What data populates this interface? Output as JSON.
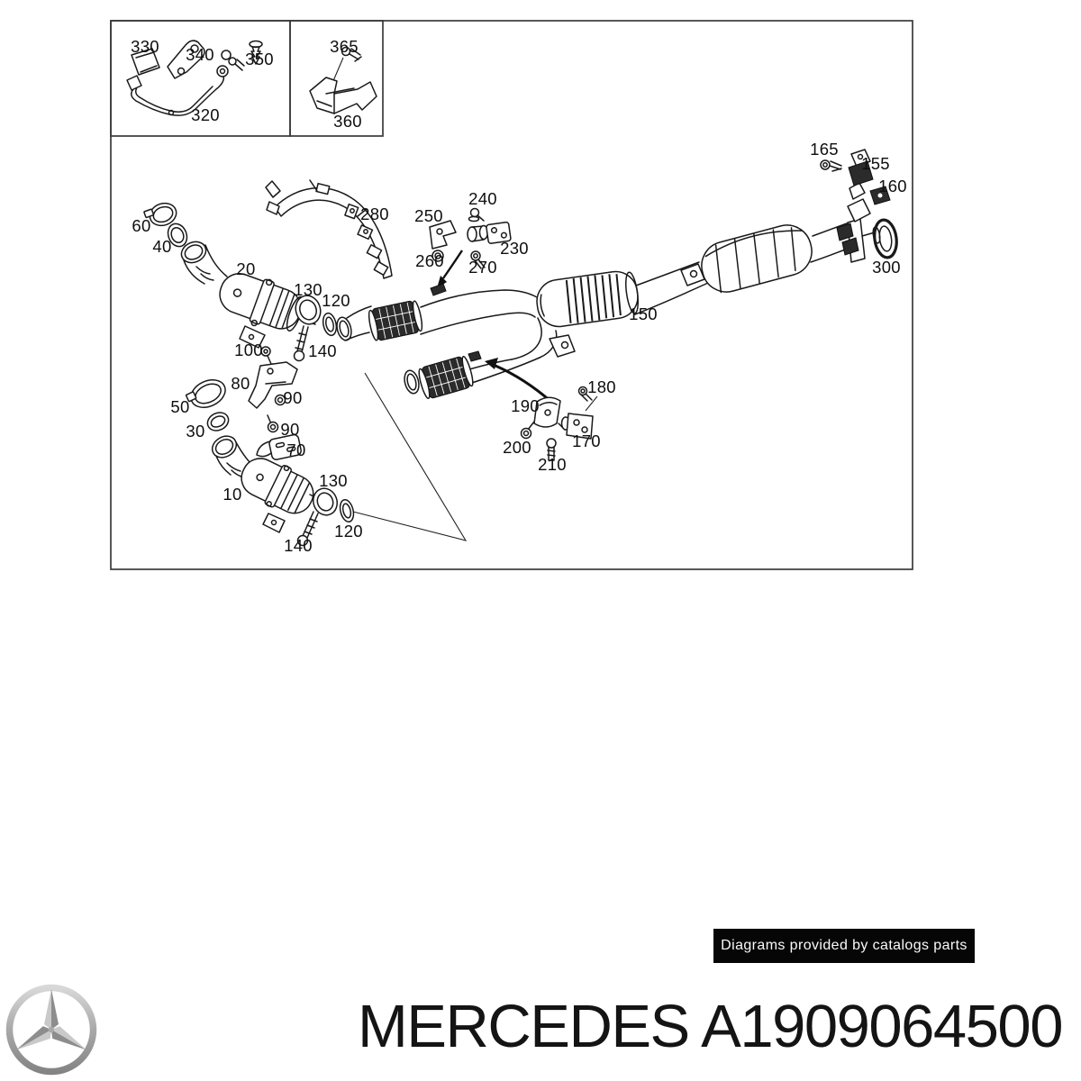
{
  "diagram": {
    "type": "exploded-parts-diagram",
    "subject": "exhaust-system",
    "callouts": [
      "330",
      "340",
      "350",
      "320",
      "365",
      "360",
      "60",
      "40",
      "20",
      "280",
      "250",
      "240",
      "230",
      "260",
      "270",
      "130",
      "120",
      "140",
      "100",
      "150",
      "165",
      "155",
      "160",
      "300",
      "80",
      "90",
      "50",
      "30",
      "90",
      "70",
      "10",
      "130",
      "120",
      "140",
      "190",
      "180",
      "170",
      "200",
      "210"
    ]
  },
  "watermark": {
    "badge_text": "Diagrams provided by catalogs parts",
    "badge_bg": "#060606"
  },
  "footer": {
    "title": "MERCEDES A1909064500",
    "logo": "mercedes-star"
  }
}
